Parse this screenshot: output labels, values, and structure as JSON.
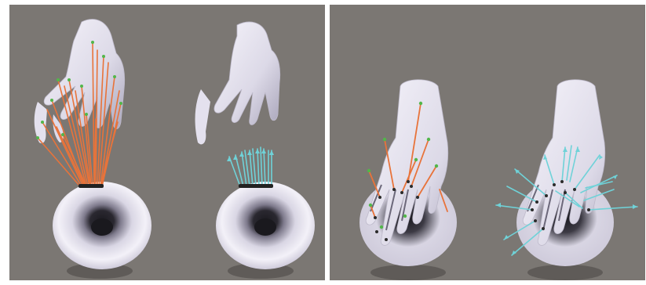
{
  "colors": {
    "background": "#7b7773",
    "mesh_light": "#f1eff7",
    "mesh_shade": "#b9b6c6",
    "mesh_dark": "#24222a",
    "contact_vectors": "#e8733a",
    "force_vectors": "#6fd2d8",
    "contact_point": "#52b64a",
    "contact_point_dark": "#2b2b2b"
  },
  "panels": [
    {
      "id": "left",
      "scenes": [
        "hand-above-object-contact-vectors",
        "hand-above-object-force-vectors"
      ]
    },
    {
      "id": "right",
      "scenes": [
        "hand-grasping-object-contact-vectors",
        "hand-grasping-object-force-vectors"
      ]
    }
  ]
}
